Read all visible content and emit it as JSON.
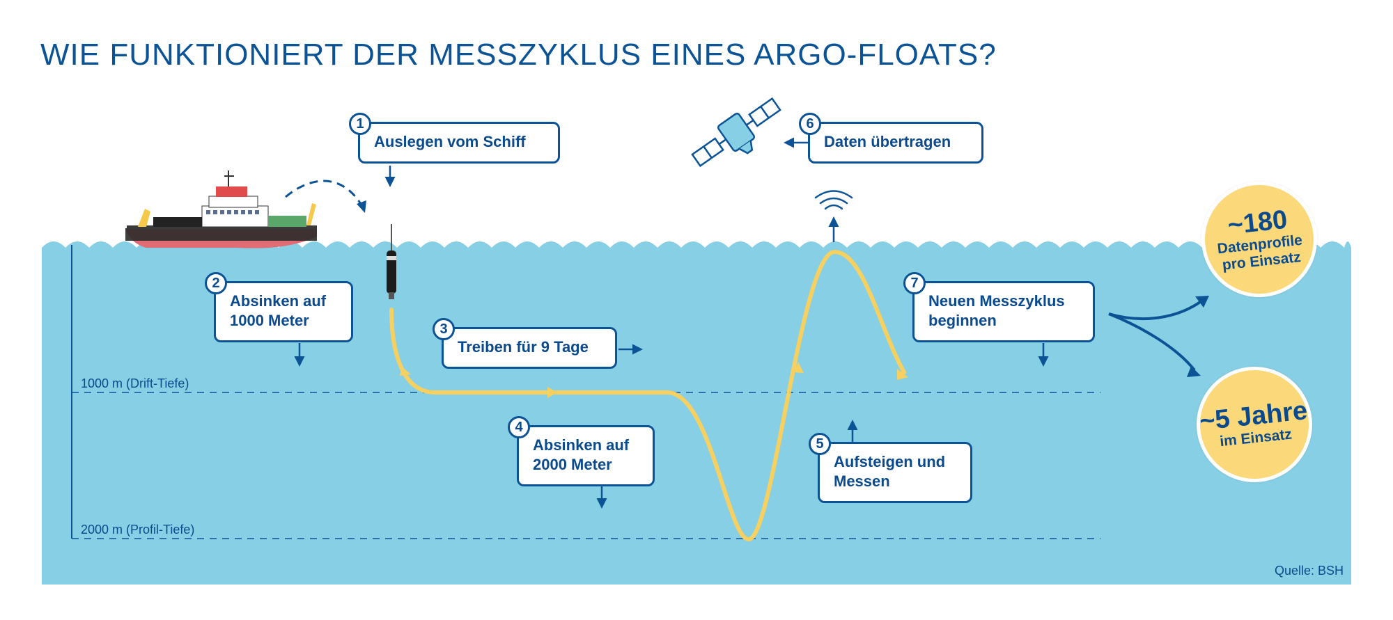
{
  "title": "WIE FUNKTIONIERT DER MESSZYKLUS EINES ARGO-FLOATS?",
  "steps": [
    {
      "num": "1",
      "text": "Auslegen vom Schiff"
    },
    {
      "num": "2",
      "text": "Absinken auf\n1000 Meter"
    },
    {
      "num": "3",
      "text": "Treiben für 9 Tage"
    },
    {
      "num": "4",
      "text": "Absinken auf\n2000 Meter"
    },
    {
      "num": "5",
      "text": "Aufsteigen und\nMessen"
    },
    {
      "num": "6",
      "text": "Daten übertragen"
    },
    {
      "num": "7",
      "text": "Neuen Messzyklus\nbeginnen"
    }
  ],
  "depths": {
    "drift": "1000 m (Drift-Tiefe)",
    "profile": "2000 m (Profil-Tiefe)"
  },
  "badges": [
    {
      "big": "~180",
      "small": "Datenprofile\npro Einsatz"
    },
    {
      "big": "~5 Jahre",
      "small": "im Einsatz"
    }
  ],
  "source": "Quelle: BSH",
  "colors": {
    "ocean": "#87cfe4",
    "accent": "#0b5394",
    "path": "#f6d060",
    "badge": "#fbd97a"
  },
  "icons": [
    "ship-icon",
    "float-icon",
    "satellite-icon",
    "signal-icon"
  ]
}
